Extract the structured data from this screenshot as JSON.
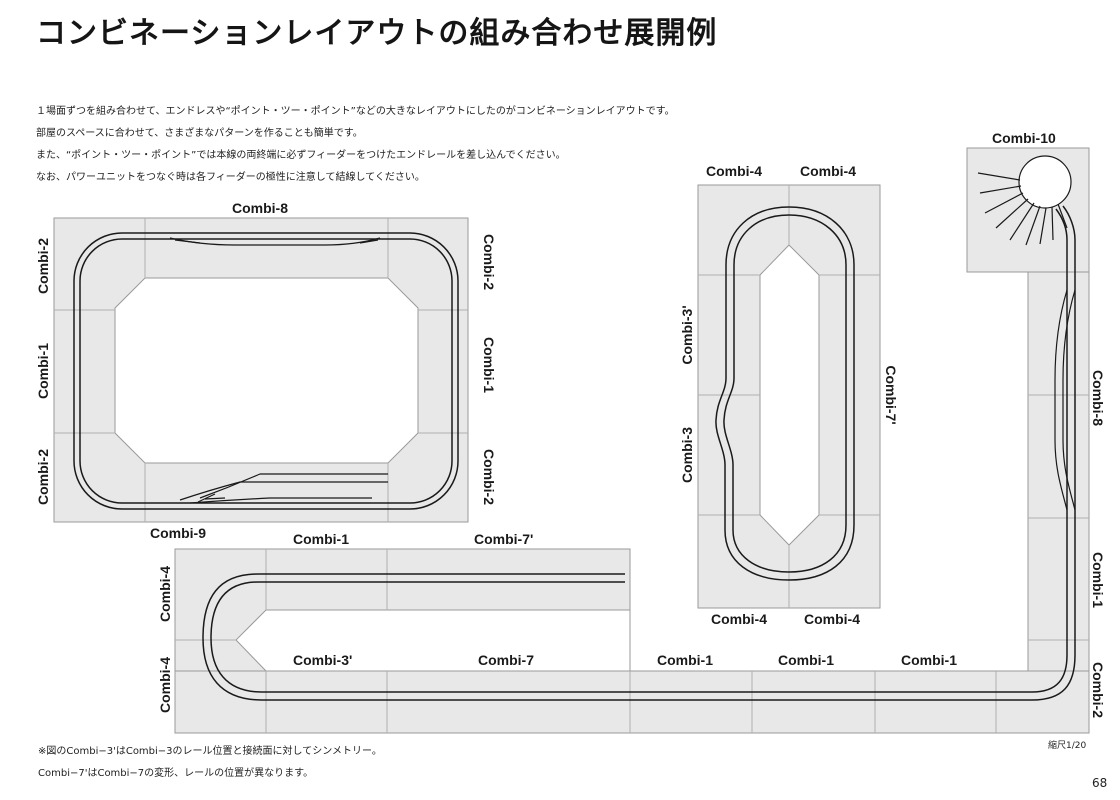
{
  "page": {
    "title": "コンビネーションレイアウトの組み合わせ展開例",
    "intro": [
      "１場面ずつを組み合わせて、エンドレスや“ポイント・ツー・ポイント”などの大きなレイアウトにしたのがコンビネーションレイアウトです。",
      "部屋のスペースに合わせて、さまざまなパターンを作ることも簡単です。",
      "また、“ポイント・ツー・ポイント”では本線の両終端に必ずフィーダーをつけたエンドレールを差し込んでください。",
      "なお、パワーユニットをつなぐ時は各フィーダーの極性に注意して結線してください。"
    ],
    "notes": [
      "※図のCombi−3'はCombi−3のレール位置と接続面に対してシンメトリー。",
      "Combi−7'はCombi−7の変形、レールの位置が異なります。"
    ],
    "scale": "縮尺1/20",
    "page_number": "68"
  },
  "labels": {
    "a_top": "Combi-8",
    "a_left_top": "Combi-2",
    "a_left_mid": "Combi-1",
    "a_left_bot": "Combi-2",
    "a_right_top": "Combi-2",
    "a_right_mid": "Combi-1",
    "a_right_bot": "Combi-2",
    "a_bottom_left": "Combi-9",
    "b_top_left": "Combi-4",
    "b_top_right": "Combi-4",
    "b_left_top": "Combi-3'",
    "b_left_bot": "Combi-3",
    "b_right": "Combi-7'",
    "b_bot_left": "Combi-4",
    "b_bot_right": "Combi-4",
    "c_tr": "Combi-10",
    "c_right_top": "Combi-8",
    "c_right_mid": "Combi-1",
    "c_right_bot": "Combi-2",
    "c_top_1": "Combi-1",
    "c_top_2": "Combi-7'",
    "c_left_top": "Combi-4",
    "c_left_bot": "Combi-4",
    "c_bot_1": "Combi-3'",
    "c_bot_2": "Combi-7",
    "c_bot_3": "Combi-1",
    "c_bot_4": "Combi-1",
    "c_bot_5": "Combi-1"
  },
  "colors": {
    "board": "#e8e8e8",
    "board_line": "#9a9a9a",
    "track": "#1a1a1a"
  }
}
